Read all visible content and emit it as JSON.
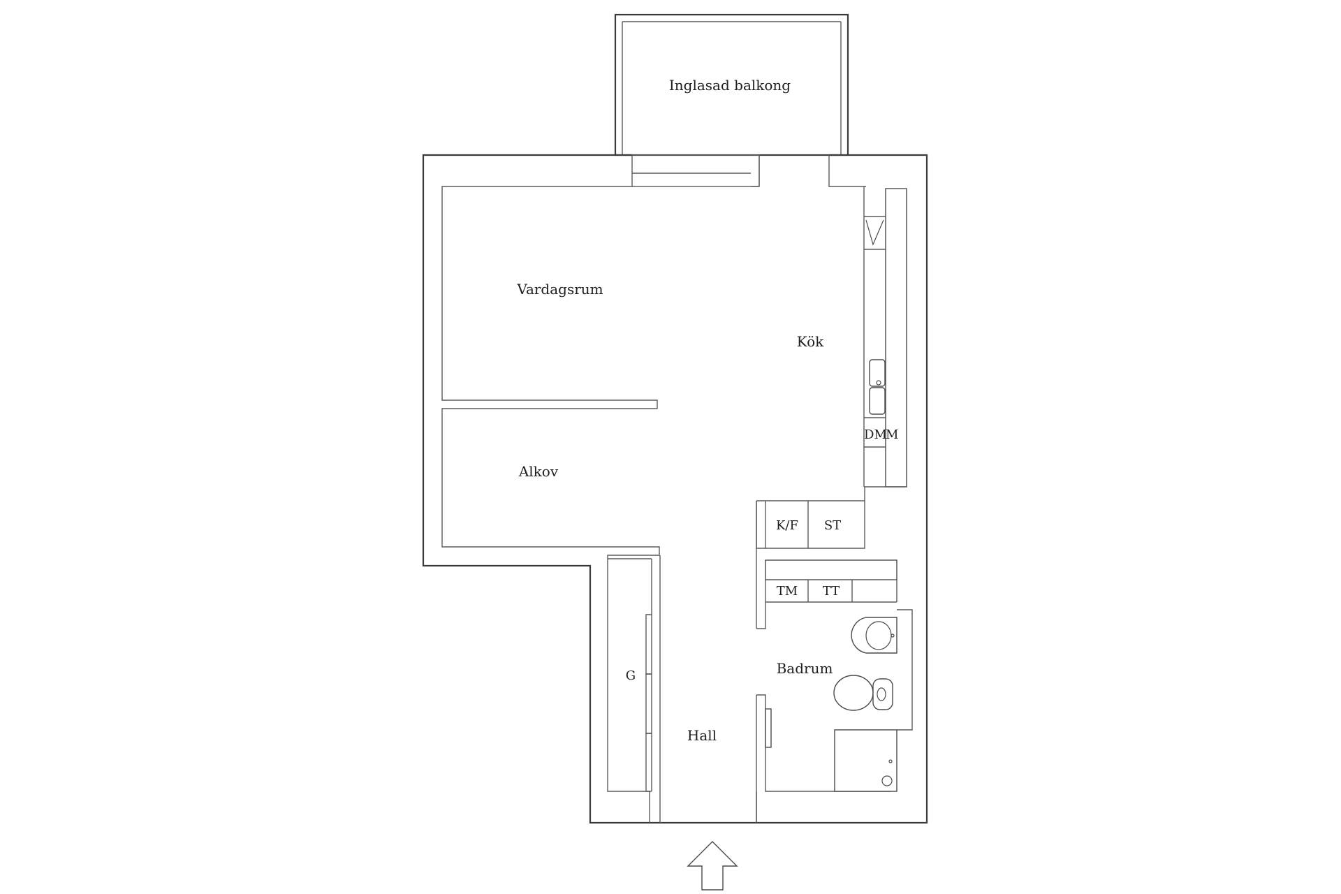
{
  "rooms": {
    "balcony": "Inglasad balkong",
    "living_room": "Vardagsrum",
    "kitchen": "Kök",
    "alcove": "Alkov",
    "bathroom": "Badrum",
    "hall": "Hall"
  },
  "appliances": {
    "dishwasher": "DM",
    "microwave": "M",
    "fridge_freezer": "K/F",
    "storage": "ST",
    "washing_machine": "TM",
    "tumble_dryer": "TT",
    "wardrobe": "G"
  },
  "icons": {
    "entrance": "entrance-arrow-icon"
  },
  "colors": {
    "walls": "#3a3a3a",
    "background": "#ffffff",
    "text": "#1e1e1e"
  }
}
